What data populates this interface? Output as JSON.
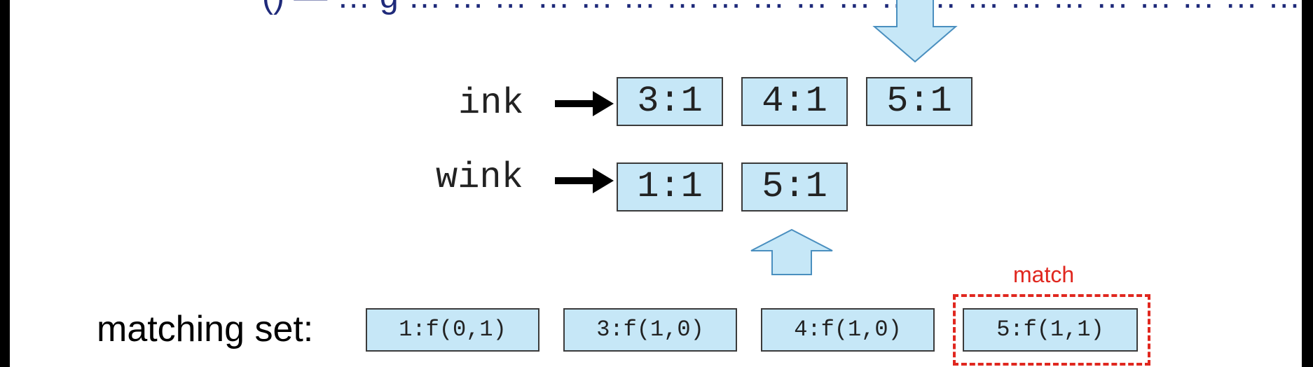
{
  "header": {
    "partial_text": "() — … g … … … … … … … … … … … … … … … … … … … … … p y"
  },
  "postings": [
    {
      "term": "ink",
      "items": [
        "3:1",
        "4:1",
        "5:1"
      ]
    },
    {
      "term": "wink",
      "items": [
        "1:1",
        "5:1"
      ]
    }
  ],
  "matching_set": {
    "label": "matching set:",
    "items": [
      "1:f(0,1)",
      "3:f(1,0)",
      "4:f(1,0)",
      "5:f(1,1)"
    ]
  },
  "match": {
    "label": "match"
  },
  "colors": {
    "posting_fill": "#c6e7f7",
    "arrow_fill": "#c6e7f7",
    "match_red": "#e0271f",
    "header_blue": "#1f2a7a"
  },
  "icons": [
    "right-arrow-icon",
    "down-block-arrow-icon",
    "up-block-arrow-icon"
  ]
}
